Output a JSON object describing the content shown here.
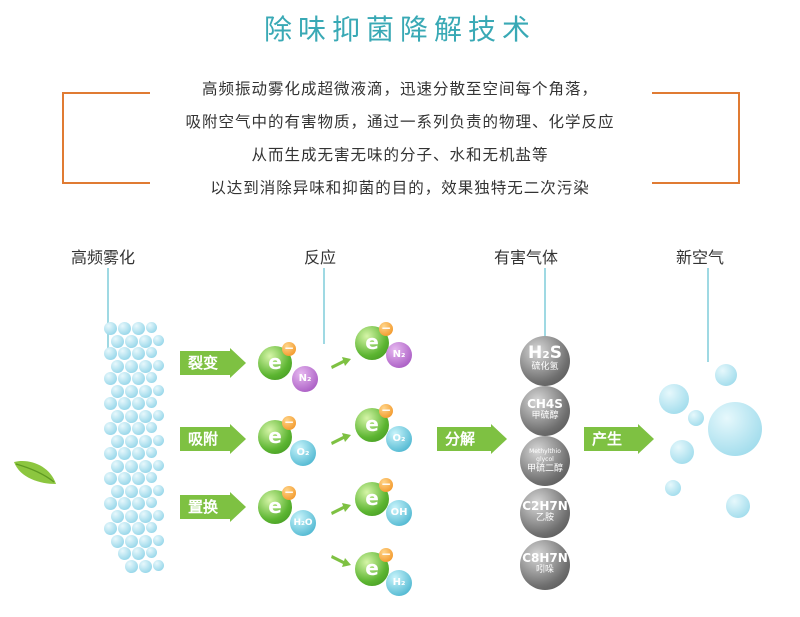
{
  "title": "除味抑菌降解技术",
  "description": [
    "高频振动雾化成超微液滴，迅速分散至空间每个角落，",
    "吸附空气中的有害物质，通过一系列负责的物理、化学反应",
    "从而生成无害无味的分子、水和无机盐等",
    "以达到消除异味和抑菌的目的，效果独特无二次污染"
  ],
  "stages": {
    "atomize": "高频雾化",
    "react": "反应",
    "harmful_gas": "有害气体",
    "fresh_air": "新空气"
  },
  "process_arrows": {
    "fission": "裂变",
    "adsorb": "吸附",
    "replace": "置换",
    "decompose": "分解",
    "produce": "产生"
  },
  "electron_symbol": "e",
  "reactants": {
    "n2": "N₂",
    "o2": "O₂",
    "h2o": "H₂O"
  },
  "products": {
    "n2": "N₂",
    "o2": "O₂",
    "oh": "OH",
    "h2": "H₂"
  },
  "gases": [
    {
      "formula": "H₂S",
      "name": "硫化氢"
    },
    {
      "formula": "CH4S",
      "name": "甲硫醇"
    },
    {
      "formula": "Methylthio glycol",
      "name": "甲硫二醇"
    },
    {
      "formula": "C2H7N",
      "name": "乙胺"
    },
    {
      "formula": "C8H7N",
      "name": "吲哚"
    }
  ],
  "colors": {
    "title": "#39a9b5",
    "frame": "#e07b33",
    "arrow": "#7ec142",
    "droplet": "#5fc3dd",
    "electron": "#5cb531"
  }
}
